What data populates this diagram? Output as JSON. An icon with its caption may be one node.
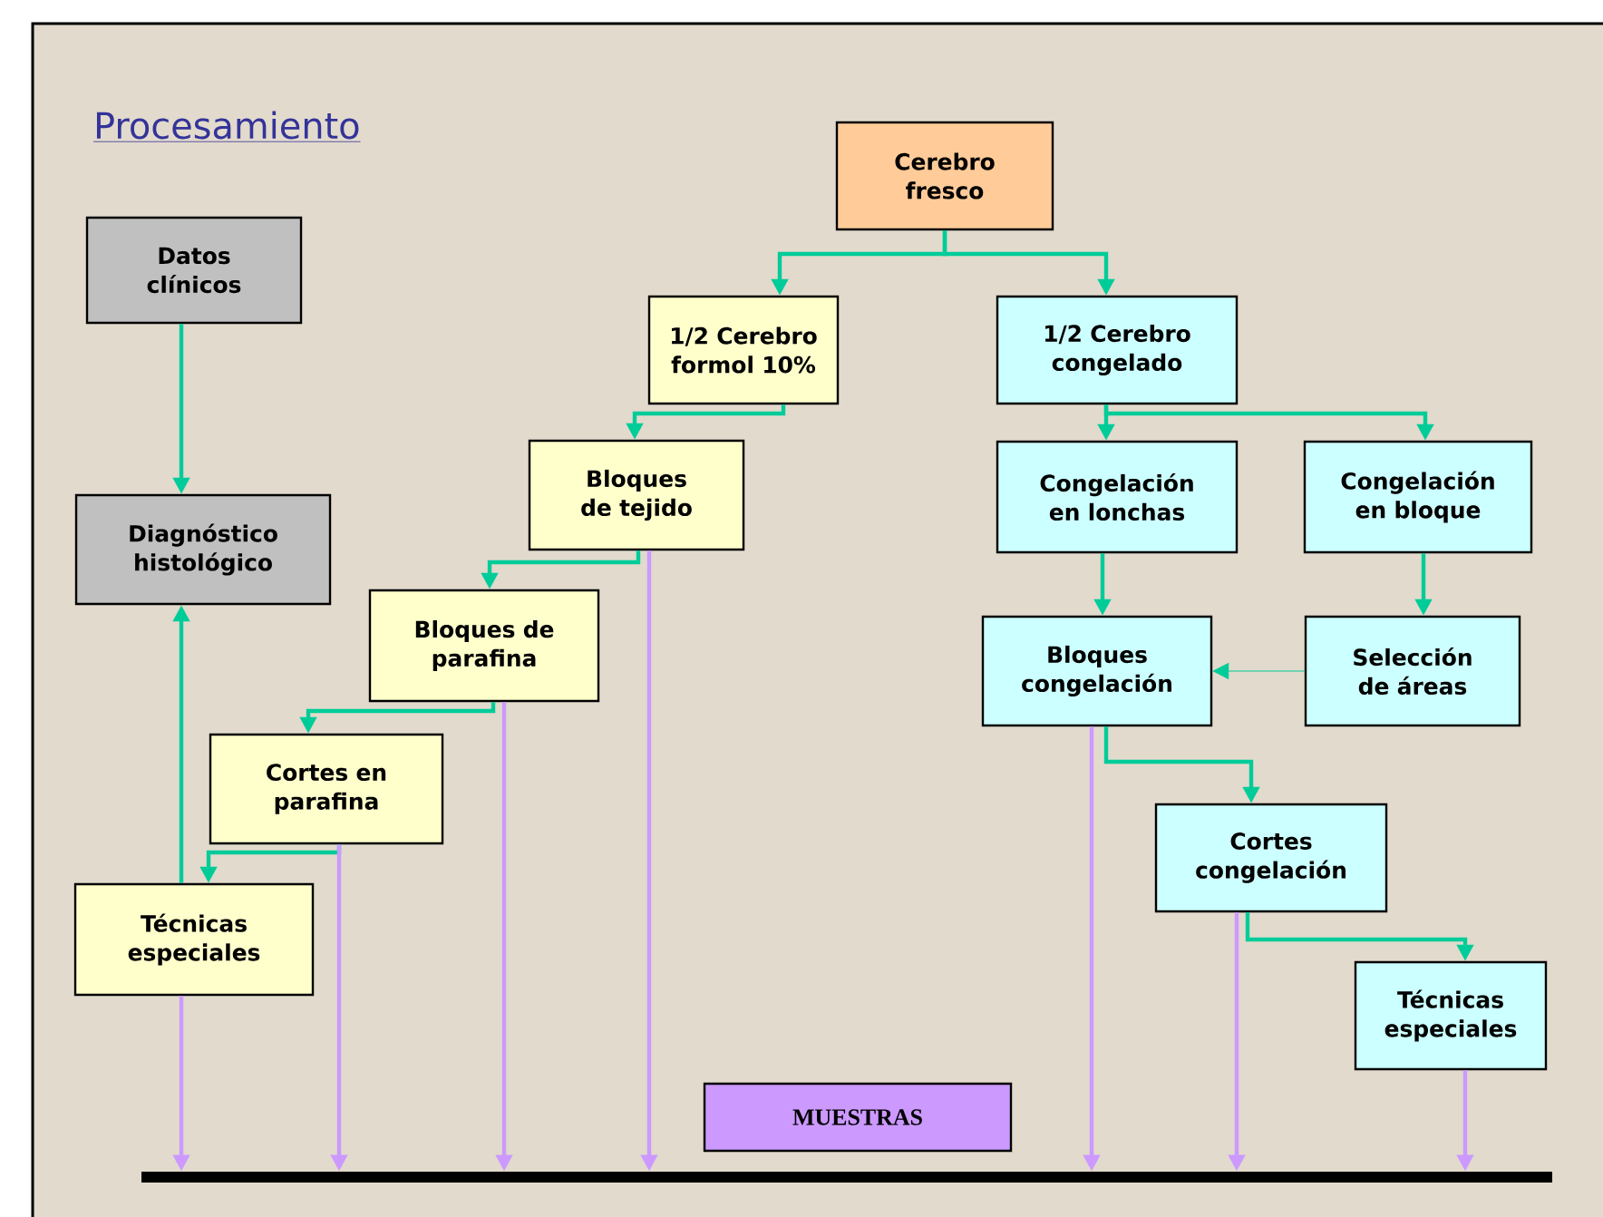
{
  "diagram": {
    "title": "Procesamiento",
    "nodes": [
      {
        "text": [
          "Cerebro fresco"
        ]
      },
      {
        "text": [
          "Datos clínicos"
        ]
      },
      {
        "text": [
          "1/2 Cerebro formol 10%"
        ]
      },
      {
        "text": [
          "1/2 Cerebro congelado"
        ]
      },
      {
        "text": [
          "Bloques de tejido"
        ]
      },
      {
        "text": [
          "Congelación en lonchas"
        ]
      },
      {
        "text": [
          "Congelación en bloque"
        ]
      },
      {
        "text": [
          "Diagnóstico histológico"
        ]
      },
      {
        "text": [
          "Bloques de parafina"
        ]
      },
      {
        "text": [
          "Bloques congelación"
        ]
      },
      {
        "text": [
          "Selección de áreas"
        ]
      },
      {
        "text": [
          "Cortes en parafina"
        ]
      },
      {
        "text": [
          "Cortes congelación"
        ]
      },
      {
        "text": [
          "Técnicas especiales"
        ]
      },
      {
        "text": [
          "Técnicas especiales"
        ]
      },
      {
        "text": [
          "MUESTRAS"
        ]
      },
      {
        "text": [],
        "shape": "bar"
      }
    ],
    "edges": [
      {
        "from": 0,
        "to": 2,
        "arrow": "to",
        "color": "#00cc99"
      },
      {
        "from": 0,
        "to": 3,
        "arrow": "to",
        "color": "#00cc99"
      },
      {
        "from": 1,
        "to": 7,
        "arrow": "to",
        "color": "#00cc99"
      },
      {
        "from": 2,
        "to": 4,
        "arrow": "to",
        "color": "#00cc99"
      },
      {
        "from": 3,
        "to": 5,
        "arrow": "to",
        "color": "#00cc99"
      },
      {
        "from": 3,
        "to": 6,
        "arrow": "to",
        "color": "#00cc99"
      },
      {
        "from": 4,
        "to": 8,
        "arrow": "to",
        "color": "#00cc99"
      },
      {
        "from": 5,
        "to": 9,
        "arrow": "to",
        "color": "#00cc99"
      },
      {
        "from": 6,
        "to": 10,
        "arrow": "to",
        "color": "#00cc99"
      },
      {
        "from": 10,
        "to": 9,
        "arrow": "to",
        "color": "#00cc99"
      },
      {
        "from": 8,
        "to": 11,
        "arrow": "to",
        "color": "#00cc99"
      },
      {
        "from": 11,
        "to": 13,
        "arrow": "to",
        "color": "#00cc99"
      },
      {
        "from": 13,
        "to": 7,
        "arrow": "to",
        "color": "#00cc99"
      },
      {
        "from": 9,
        "to": 12,
        "arrow": "to",
        "color": "#00cc99"
      },
      {
        "from": 12,
        "to": 14,
        "arrow": "to",
        "color": "#00cc99"
      },
      {
        "from": 13,
        "to": 16,
        "arrow": "to",
        "color": "#cc99ff"
      },
      {
        "from": 11,
        "to": 16,
        "arrow": "to",
        "color": "#cc99ff"
      },
      {
        "from": 8,
        "to": 16,
        "arrow": "to",
        "color": "#cc99ff"
      },
      {
        "from": 4,
        "to": 16,
        "arrow": "to",
        "color": "#cc99ff"
      },
      {
        "from": 9,
        "to": 16,
        "arrow": "to",
        "color": "#cc99ff"
      },
      {
        "from": 12,
        "to": 16,
        "arrow": "to",
        "color": "#cc99ff"
      },
      {
        "from": 14,
        "to": 16,
        "arrow": "to",
        "color": "#cc99ff"
      }
    ]
  }
}
